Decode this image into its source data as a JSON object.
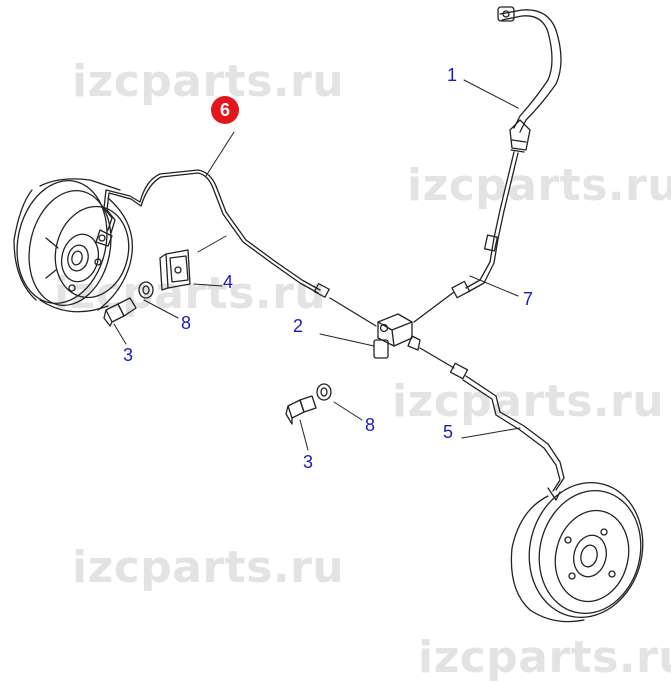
{
  "watermark": {
    "text": "izcparts.ru",
    "color": "#e3e3e3"
  },
  "callouts": {
    "c1": "1",
    "c2": "2",
    "c3a": "3",
    "c3b": "3",
    "c4": "4",
    "c5": "5",
    "c6": "6",
    "c7": "7",
    "c8a": "8",
    "c8b": "8"
  },
  "colors": {
    "callout_text": "#1b1bc9",
    "highlight_badge": "#e4161b",
    "line_art": "#222222"
  }
}
